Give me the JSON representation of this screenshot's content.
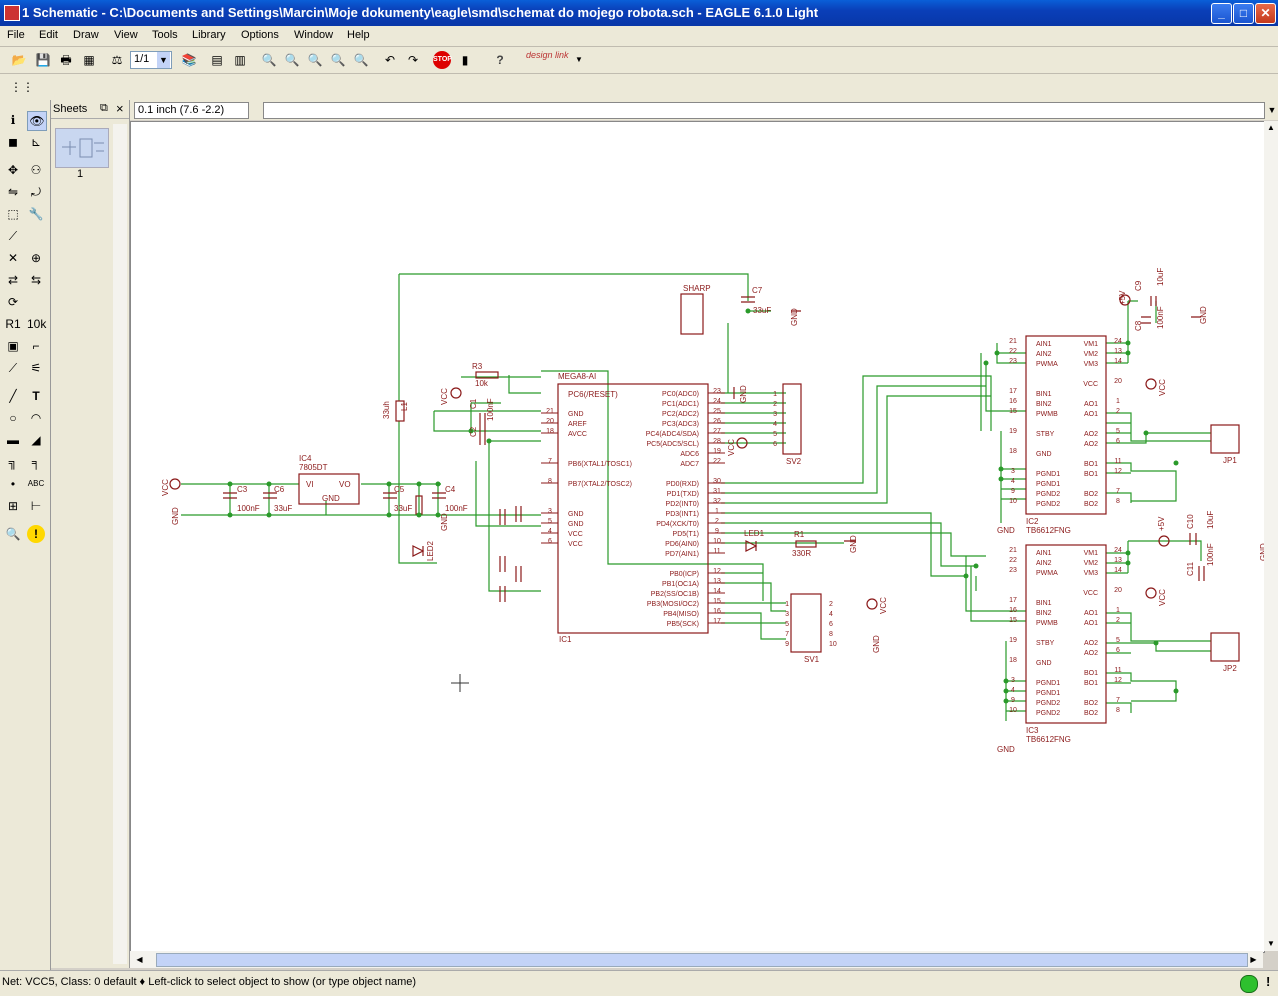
{
  "window": {
    "title": "1 Schematic - C:\\Documents and Settings\\Marcin\\Moje dokumenty\\eagle\\smd\\schemat do mojego robota.sch - EAGLE 6.1.0 Light",
    "minimize": "_",
    "maximize": "□",
    "close": "✕"
  },
  "menu": [
    "File",
    "Edit",
    "Draw",
    "View",
    "Tools",
    "Library",
    "Options",
    "Window",
    "Help"
  ],
  "toolbar": {
    "sheet_select": "1/1",
    "designlink": "design link"
  },
  "sheets_panel": {
    "title": "Sheets",
    "sheet_number": "1"
  },
  "command": {
    "coordinates": "0.1 inch (7.6 -2.2)",
    "input_value": ""
  },
  "status": {
    "text": "Net: VCC5, Class: 0 default  ♦ Left-click to select object to show (or type object name)"
  },
  "schematic": {
    "labels": {
      "sharp": "SHARP",
      "c7": "C7",
      "c7v": "33uF",
      "gnd": "GND",
      "vcc": "VCC",
      "r3": "R3",
      "r3v": "10k",
      "mega": "MEGA8-AI",
      "reset": "PC6(/RESET)",
      "l1v": "33uh",
      "l1": "L1",
      "c1": "C1",
      "c2": "C2",
      "c1v": "100nF",
      "c2v": "100nF",
      "ic4": "IC4",
      "ic4v": "7805DT",
      "vi": "VI",
      "vo": "VO",
      "c3": "C3",
      "c3v": "100nF",
      "c6": "C6",
      "c6v": "33uF",
      "c5": "C5",
      "c5v": "33uF",
      "c4": "C4",
      "c4v": "100nF",
      "led2": "LED2",
      "led1": "LED1",
      "r1": "R1",
      "r1v": "330R",
      "ic1": "IC1",
      "sv1": "SV1",
      "sv2": "SV2",
      "ic2": "IC2",
      "ic2v": "TB6612FNG",
      "ic3": "IC3",
      "ic3v": "TB6612FNG",
      "jp1": "JP1",
      "jp2": "JP2",
      "c8": "C8",
      "c9": "C9",
      "c10": "C10",
      "c11": "C11",
      "p10u": "10uF",
      "p100n": "100nF",
      "plus5": "+5V"
    },
    "ic1_left": [
      {
        "pin": "21",
        "name": "GND"
      },
      {
        "pin": "20",
        "name": "AREF"
      },
      {
        "pin": "18",
        "name": "AVCC"
      },
      {
        "pin": "7",
        "name": "PB6(XTAL1/TOSC1)"
      },
      {
        "pin": "8",
        "name": "PB7(XTAL2/TOSC2)"
      },
      {
        "pin": "3",
        "name": "GND"
      },
      {
        "pin": "5",
        "name": "GND"
      },
      {
        "pin": "4",
        "name": "VCC"
      },
      {
        "pin": "6",
        "name": "VCC"
      }
    ],
    "ic1_right": [
      {
        "pin": "23",
        "name": "PC0(ADC0)"
      },
      {
        "pin": "24",
        "name": "PC1(ADC1)"
      },
      {
        "pin": "25",
        "name": "PC2(ADC2)"
      },
      {
        "pin": "26",
        "name": "PC3(ADC3)"
      },
      {
        "pin": "27",
        "name": "PC4(ADC4/SDA)"
      },
      {
        "pin": "28",
        "name": "PC5(ADC5/SCL)"
      },
      {
        "pin": "19",
        "name": "ADC6"
      },
      {
        "pin": "22",
        "name": "ADC7"
      },
      {
        "pin": "30",
        "name": "PD0(RXD)"
      },
      {
        "pin": "31",
        "name": "PD1(TXD)"
      },
      {
        "pin": "32",
        "name": "PD2(INT0)"
      },
      {
        "pin": "1",
        "name": "PD3(INT1)"
      },
      {
        "pin": "2",
        "name": "PD4(XCK/T0)"
      },
      {
        "pin": "9",
        "name": "PD5(T1)"
      },
      {
        "pin": "10",
        "name": "PD6(AIN0)"
      },
      {
        "pin": "11",
        "name": "PD7(AIN1)"
      },
      {
        "pin": "12",
        "name": "PB0(ICP)"
      },
      {
        "pin": "13",
        "name": "PB1(OC1A)"
      },
      {
        "pin": "14",
        "name": "PB2(SS/OC1B)"
      },
      {
        "pin": "15",
        "name": "PB3(MOSI/OC2)"
      },
      {
        "pin": "16",
        "name": "PB4(MISO)"
      },
      {
        "pin": "17",
        "name": "PB5(SCK)"
      }
    ],
    "tb_left": [
      {
        "pin": "21",
        "name": "AIN1"
      },
      {
        "pin": "22",
        "name": "AIN2"
      },
      {
        "pin": "23",
        "name": "PWMA"
      },
      {
        "pin": "17",
        "name": "BIN1"
      },
      {
        "pin": "16",
        "name": "BIN2"
      },
      {
        "pin": "15",
        "name": "PWMB"
      },
      {
        "pin": "19",
        "name": "STBY"
      },
      {
        "pin": "18",
        "name": "GND"
      },
      {
        "pin": "3",
        "name": "PGND1"
      },
      {
        "pin": "4",
        "name": "PGND1"
      },
      {
        "pin": "9",
        "name": "PGND2"
      },
      {
        "pin": "10",
        "name": "PGND2"
      }
    ],
    "tb_right": [
      {
        "pin": "24",
        "name": "VM1"
      },
      {
        "pin": "13",
        "name": "VM2"
      },
      {
        "pin": "14",
        "name": "VM3"
      },
      {
        "pin": "20",
        "name": "VCC"
      },
      {
        "pin": "1",
        "name": "AO1"
      },
      {
        "pin": "2",
        "name": "AO1"
      },
      {
        "pin": "5",
        "name": "AO2"
      },
      {
        "pin": "6",
        "name": "AO2"
      },
      {
        "pin": "11",
        "name": "BO1"
      },
      {
        "pin": "12",
        "name": "BO1"
      },
      {
        "pin": "7",
        "name": "BO2"
      },
      {
        "pin": "8",
        "name": "BO2"
      }
    ],
    "sv2_pins": [
      "1",
      "2",
      "3",
      "4",
      "5",
      "6"
    ],
    "sv1_pins": [
      "1",
      "2",
      "3",
      "4",
      "5",
      "6",
      "7",
      "8",
      "9",
      "10"
    ]
  }
}
